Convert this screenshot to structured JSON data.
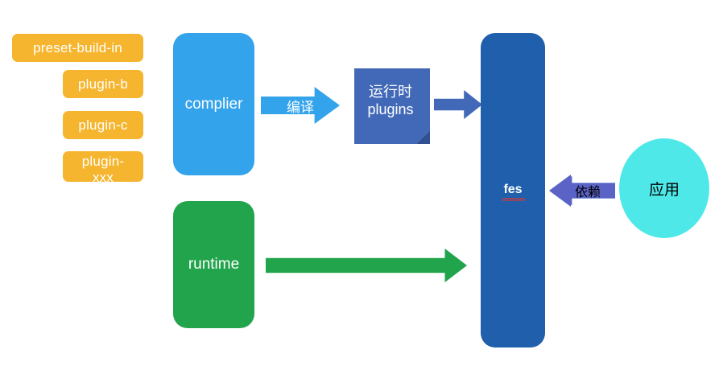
{
  "diagram": {
    "title": "fes architecture diagram",
    "background": "#ffffff",
    "colors": {
      "orange": "#F6B52E",
      "light_blue": "#33A3EC",
      "mid_blue": "#4169B8",
      "dark_blue": "#1F5FAC",
      "green": "#22A44C",
      "cyan": "#4FE8E8",
      "outline_purple": "#5B63C6",
      "spellcheck_red": "#e8342a",
      "text_white": "#ffffff",
      "text_black": "#000000"
    }
  },
  "plugins": {
    "items": [
      {
        "label": "preset-build-in"
      },
      {
        "label": "plugin-b"
      },
      {
        "label": "plugin-c"
      },
      {
        "label_line1": "plugin-",
        "label_line2": "xxx"
      }
    ]
  },
  "nodes": {
    "complier": {
      "label": "complier"
    },
    "runtime": {
      "label": "runtime"
    },
    "runtime_plugins": {
      "line1": "运行时",
      "line2": "plugins"
    },
    "fes": {
      "label": "fes",
      "spellcheck_underline": true
    },
    "app": {
      "label": "应用"
    }
  },
  "arrows": {
    "compile": {
      "label": "编译",
      "direction": "right"
    },
    "plugins_to_fes": {
      "label": "",
      "direction": "right"
    },
    "runtime_to_fes": {
      "label": "",
      "direction": "right"
    },
    "depend": {
      "label": "依赖",
      "direction": "left"
    }
  }
}
